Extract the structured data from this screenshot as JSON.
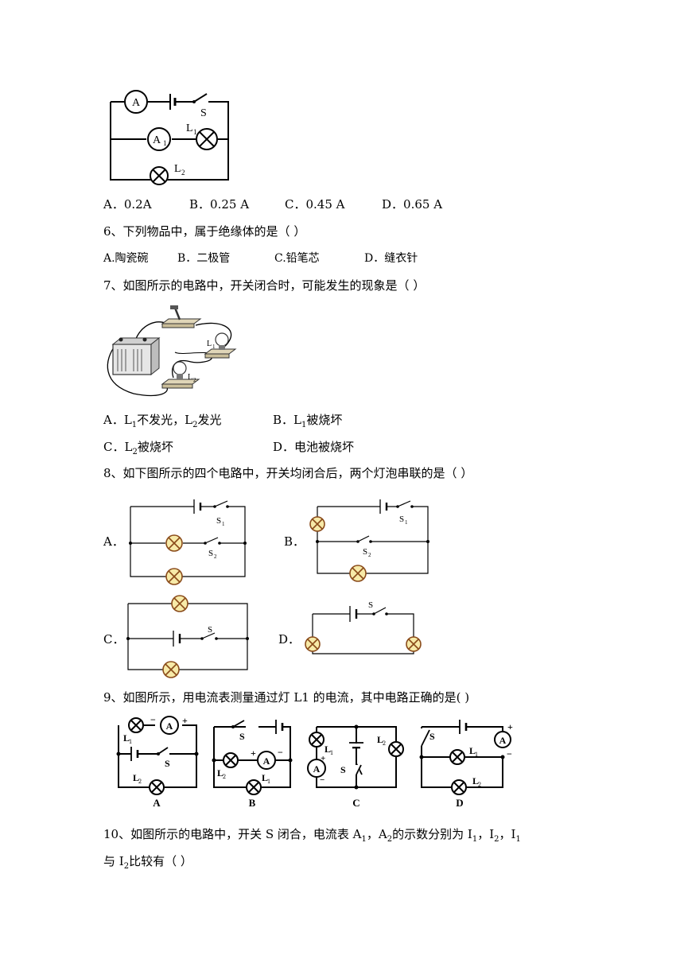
{
  "q5": {
    "labels": {
      "a": "A",
      "a1": "A",
      "a1_sub": "1",
      "s": "S",
      "l1": "L",
      "l1_sub": "1",
      "l2": "L",
      "l2_sub": "2"
    },
    "options": [
      "A．0.2A",
      "B．0.25 A",
      "C．0.45 A",
      "D．0.65 A"
    ]
  },
  "q6": {
    "stem": "6、下列物品中，属于绝缘体的是（    ）",
    "options": [
      "A.陶瓷碗",
      "B．二极管",
      "C.铅笔芯",
      "D．缝衣针"
    ]
  },
  "q7": {
    "stem": "7、如图所示的电路中，开关闭合时，可能发生的现象是（      ）",
    "figure_labels": {
      "l1": "L",
      "l1_sub": "1",
      "l2": "L",
      "l2_sub": "2"
    },
    "options": [
      {
        "pre": "A．L",
        "sub1": "1",
        "mid": "不发光，L",
        "sub2": "2",
        "post": "发光"
      },
      {
        "pre": "B．L",
        "sub1": "1",
        "post": "被烧坏"
      },
      {
        "pre": "C．L",
        "sub1": "2",
        "post": "被烧坏"
      },
      {
        "pre": "D．电池被烧坏"
      }
    ]
  },
  "q8": {
    "stem": "8、如下图所示的四个电路中，开关均闭合后，两个灯泡串联的是（      ）",
    "option_labels": [
      "A．",
      "B．",
      "C．",
      "D．"
    ],
    "switch_labels": {
      "s": "S",
      "s1": "S",
      "s1_sub": "1",
      "s2": "S",
      "s2_sub": "2"
    }
  },
  "q9": {
    "stem": "9、如图所示，用电流表测量通过灯 L1 的电流，其中电路正确的是(        )",
    "figure_captions": [
      "A",
      "B",
      "C",
      "D"
    ],
    "labels": {
      "a": "A",
      "s": "S",
      "l": "L",
      "plus": "+",
      "minus": "−",
      "sub1": "1",
      "sub2": "2"
    }
  },
  "q10": {
    "line1": {
      "pre": "10、如图所示的电路中，开关 S 闭合，电流表 A",
      "sub1": "1",
      "mid1": "，A",
      "sub2": "2",
      "mid2": "的示数分别为 I",
      "sub3": "1",
      "mid3": "，I",
      "sub4": "2",
      "mid4": "，I",
      "sub5": "1"
    },
    "line2": {
      "pre": "与 I",
      "sub1": "2",
      "post": "比较有（      ）"
    }
  }
}
